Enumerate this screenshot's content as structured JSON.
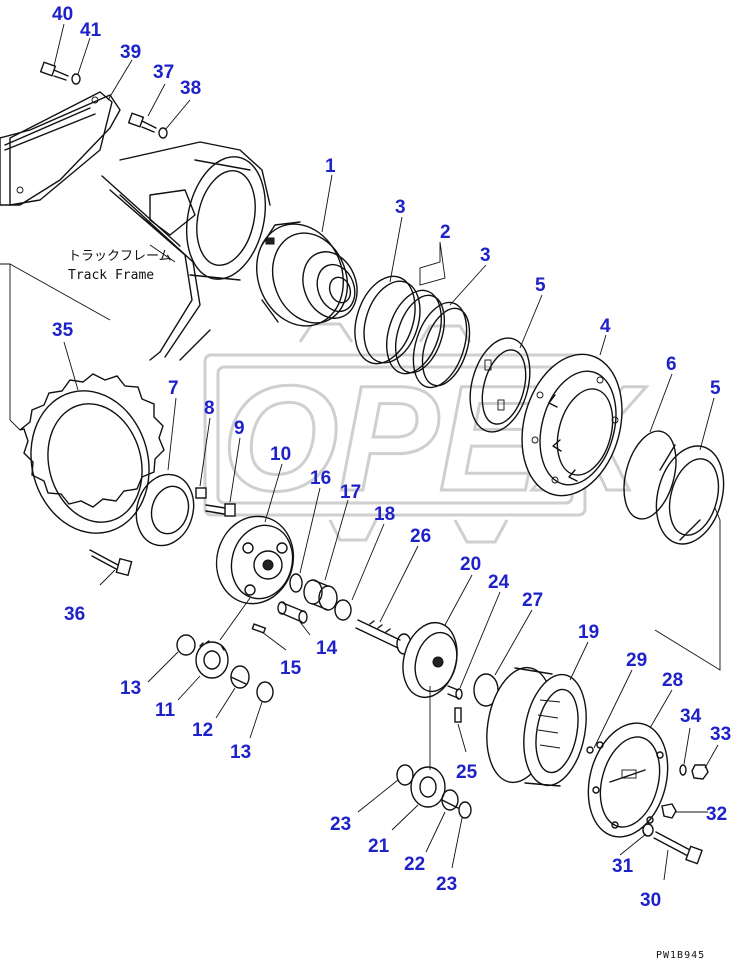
{
  "watermark": "OPEX",
  "frame_label": {
    "jp": "トラックフレーム",
    "en": "Track Frame"
  },
  "drawing_code": "PW1B945",
  "callouts": [
    {
      "id": "40",
      "text": "40"
    },
    {
      "id": "41",
      "text": "41"
    },
    {
      "id": "39",
      "text": "39"
    },
    {
      "id": "37",
      "text": "37"
    },
    {
      "id": "38",
      "text": "38"
    },
    {
      "id": "1",
      "text": "1"
    },
    {
      "id": "3a",
      "text": "3"
    },
    {
      "id": "2",
      "text": "2"
    },
    {
      "id": "3b",
      "text": "3"
    },
    {
      "id": "5a",
      "text": "5"
    },
    {
      "id": "4",
      "text": "4"
    },
    {
      "id": "6",
      "text": "6"
    },
    {
      "id": "5b",
      "text": "5"
    },
    {
      "id": "35",
      "text": "35"
    },
    {
      "id": "7",
      "text": "7"
    },
    {
      "id": "8",
      "text": "8"
    },
    {
      "id": "9",
      "text": "9"
    },
    {
      "id": "10",
      "text": "10"
    },
    {
      "id": "16",
      "text": "16"
    },
    {
      "id": "17",
      "text": "17"
    },
    {
      "id": "18",
      "text": "18"
    },
    {
      "id": "26",
      "text": "26"
    },
    {
      "id": "20",
      "text": "20"
    },
    {
      "id": "24",
      "text": "24"
    },
    {
      "id": "27",
      "text": "27"
    },
    {
      "id": "19",
      "text": "19"
    },
    {
      "id": "29",
      "text": "29"
    },
    {
      "id": "28",
      "text": "28"
    },
    {
      "id": "34",
      "text": "34"
    },
    {
      "id": "33",
      "text": "33"
    },
    {
      "id": "36",
      "text": "36"
    },
    {
      "id": "14",
      "text": "14"
    },
    {
      "id": "15",
      "text": "15"
    },
    {
      "id": "13a",
      "text": "13"
    },
    {
      "id": "11",
      "text": "11"
    },
    {
      "id": "12",
      "text": "12"
    },
    {
      "id": "13b",
      "text": "13"
    },
    {
      "id": "25",
      "text": "25"
    },
    {
      "id": "32",
      "text": "32"
    },
    {
      "id": "23a",
      "text": "23"
    },
    {
      "id": "21",
      "text": "21"
    },
    {
      "id": "22",
      "text": "22"
    },
    {
      "id": "23b",
      "text": "23"
    },
    {
      "id": "31",
      "text": "31"
    },
    {
      "id": "30",
      "text": "30"
    }
  ]
}
